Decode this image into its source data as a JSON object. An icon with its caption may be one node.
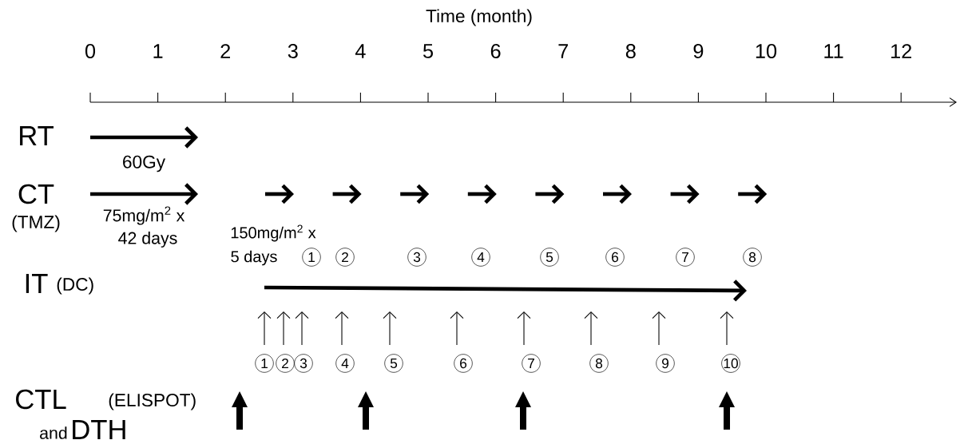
{
  "diagram": {
    "nodes": [
      {
        "text": [
          "1"
        ]
      },
      {
        "text": [
          "2"
        ]
      },
      {
        "text": [
          "3"
        ]
      },
      {
        "text": [
          "4"
        ]
      },
      {
        "text": [
          "5"
        ]
      },
      {
        "text": [
          "6"
        ]
      },
      {
        "text": [
          "7"
        ]
      },
      {
        "text": [
          "8"
        ]
      },
      {
        "text": [
          "1"
        ]
      },
      {
        "text": [
          "2"
        ]
      },
      {
        "text": [
          "3"
        ]
      },
      {
        "text": [
          "4"
        ]
      },
      {
        "text": [
          "5"
        ]
      },
      {
        "text": [
          "6"
        ]
      },
      {
        "text": [
          "7"
        ]
      },
      {
        "text": [
          "8"
        ]
      },
      {
        "text": [
          "9"
        ]
      },
      {
        "text": [
          "10"
        ]
      }
    ],
    "labels": [
      "Time (month)",
      "0",
      "1",
      "2",
      "3",
      "4",
      "5",
      "6",
      "7",
      "8",
      "9",
      "10",
      "11",
      "12",
      "RT",
      "60Gy",
      "CT",
      "(TMZ)",
      "75mg/m$^{2}$ x",
      "42 days",
      "150mg/m$^{2}$ x",
      "5 days",
      "IT",
      "(DC)",
      "CTL",
      "(ELISPOT)",
      "and",
      "DTH"
    ]
  }
}
